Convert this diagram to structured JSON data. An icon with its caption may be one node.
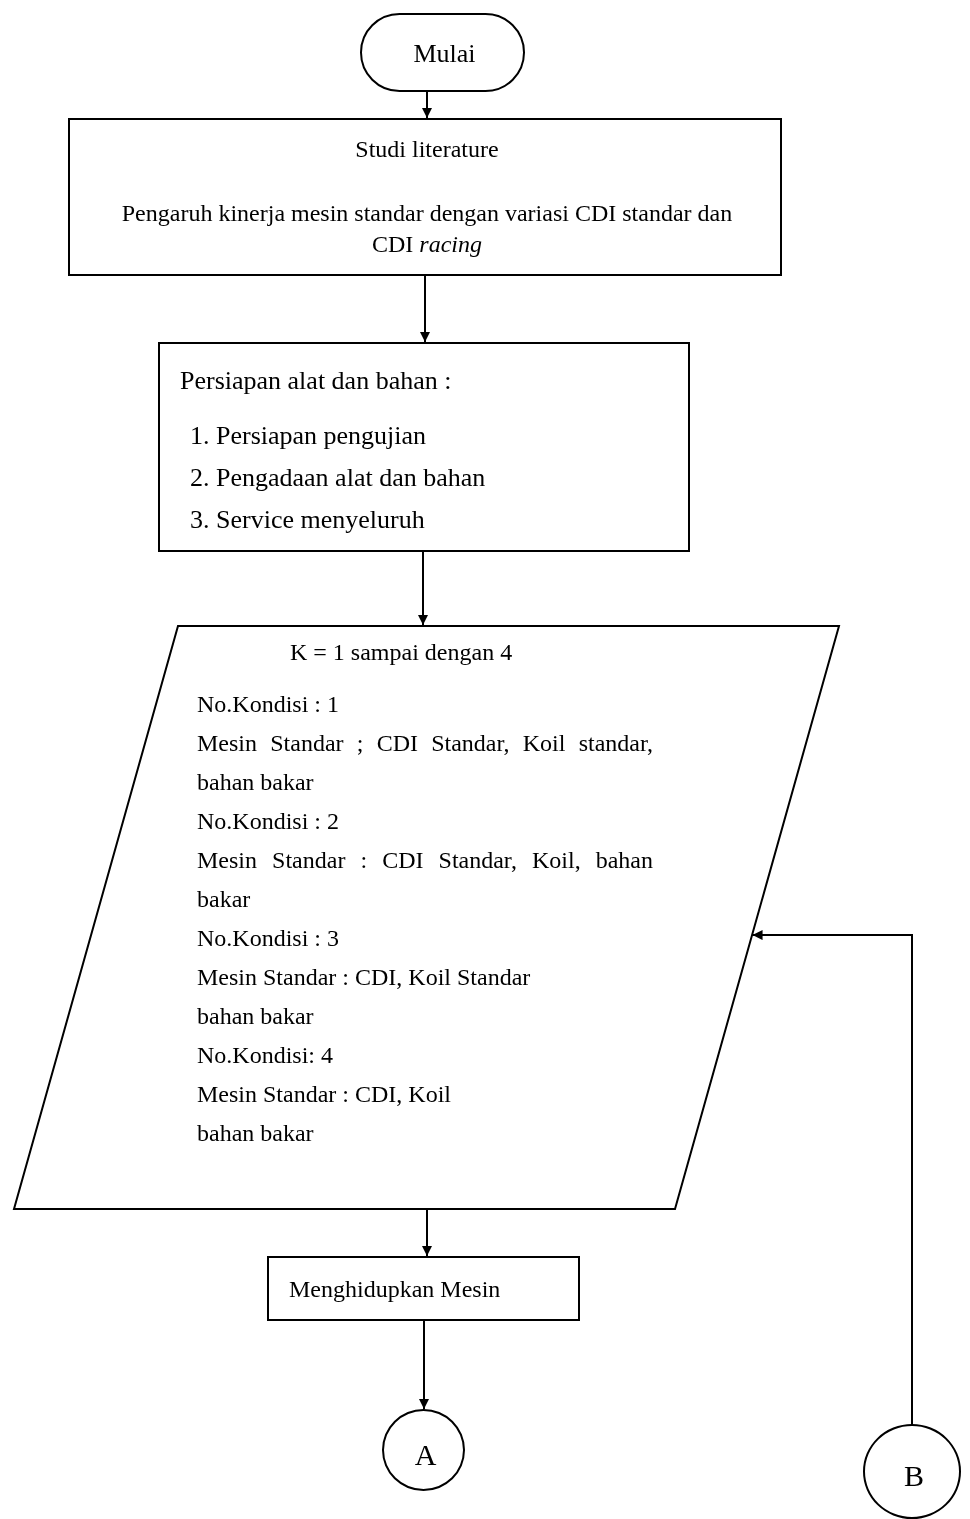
{
  "diagram": {
    "nodes": [
      {
        "text": [
          "Mulai"
        ]
      },
      {
        "text": [
          "Studi literature",
          "Pengaruh kinerja mesin standar dengan variasi CDI standar dan CDI *racing*"
        ]
      },
      {
        "text": [
          "Persiapan alat dan bahan :",
          "1. Persiapan pengujian",
          "2. Pengadaan alat dan bahan",
          "3. Service menyeluruh"
        ]
      },
      {
        "text": [
          "K = 1 sampai dengan 4",
          "No.Kondisi : 1",
          "Mesin Standar ; CDI Standar, Koil standar, bahan bakar",
          "No.Kondisi : 2",
          "Mesin Standar : CDI Standar, Koil, bahan bakar",
          "No.Kondisi : 3",
          "Mesin Standar : CDI, Koil Standar",
          "bahan bakar",
          "No.Kondisi: 4",
          "Mesin Standar : CDI, Koil",
          "bahan bakar"
        ]
      },
      {
        "text": [
          "Menghidupkan Mesin"
        ]
      },
      {
        "text": [
          "A"
        ]
      },
      {
        "text": [
          "B"
        ]
      }
    ],
    "edges": [
      {
        "from": 0,
        "to": 1,
        "arrow": "to"
      },
      {
        "from": 1,
        "to": 2,
        "arrow": "to"
      },
      {
        "from": 2,
        "to": 3,
        "arrow": "to"
      },
      {
        "from": 3,
        "to": 4,
        "arrow": "to"
      },
      {
        "from": 4,
        "to": 5,
        "arrow": "to"
      },
      {
        "from": 6,
        "to": 3,
        "arrow": "to"
      }
    ]
  }
}
